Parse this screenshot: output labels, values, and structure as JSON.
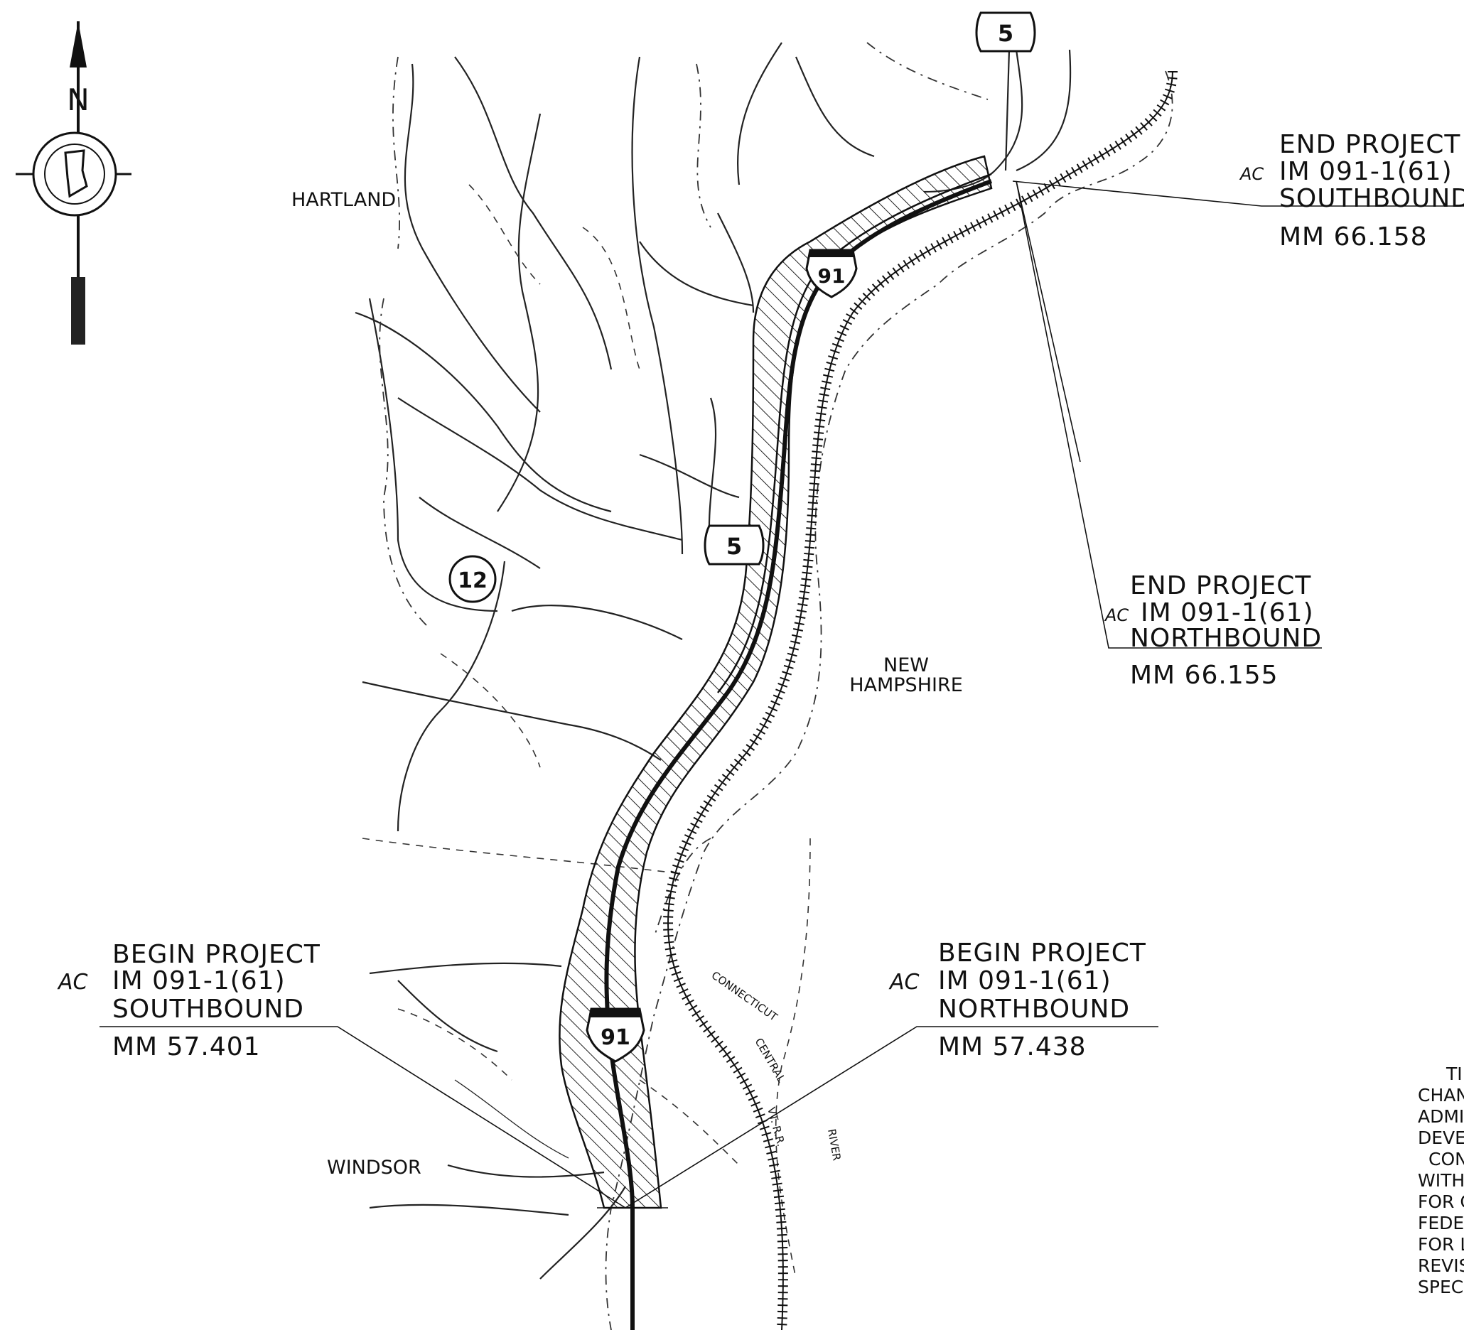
{
  "north_arrow": {
    "letter": "N"
  },
  "towns": {
    "hartland": "HARTLAND",
    "windsor": "WINDSOR",
    "new_hampshire_line1": "NEW",
    "new_hampshire_line2": "HAMPSHIRE"
  },
  "river_labels": {
    "connecticut": "CONNECTICUT",
    "central": "CENTRAL",
    "vt_rr": "VT. R.R.",
    "river": "RIVER"
  },
  "shields": {
    "us5_top": "5",
    "us5_mid": "5",
    "vt12": "12",
    "i91_north": "91",
    "i91_south": "91"
  },
  "callouts": {
    "end_sb": {
      "title": "END PROJECT",
      "prefix": "AC",
      "project": "IM 091-1(61)",
      "direction": "SOUTHBOUND",
      "mile_marker": "MM 66.158"
    },
    "end_nb": {
      "title": "END PROJECT",
      "prefix": "AC",
      "project": "IM 091-1(61)",
      "direction": "NORTHBOUND",
      "mile_marker": "MM 66.155"
    },
    "begin_sb": {
      "title": "BEGIN PROJECT",
      "prefix": "AC",
      "project": "IM 091-1(61)",
      "direction": "SOUTHBOUND",
      "mile_marker": "MM 57.401"
    },
    "begin_nb": {
      "title": "BEGIN PROJECT",
      "prefix": "AC",
      "project": "IM 091-1(61)",
      "direction": "NORTHBOUND",
      "mile_marker": "MM 57.438"
    }
  },
  "notes_fragment": [
    "TI",
    "CHANC",
    "ADMIN",
    "DEVEL",
    "CON",
    "WITH",
    "FOR C",
    "FEDER",
    "FOR L",
    "REVIS",
    "SPECI"
  ]
}
